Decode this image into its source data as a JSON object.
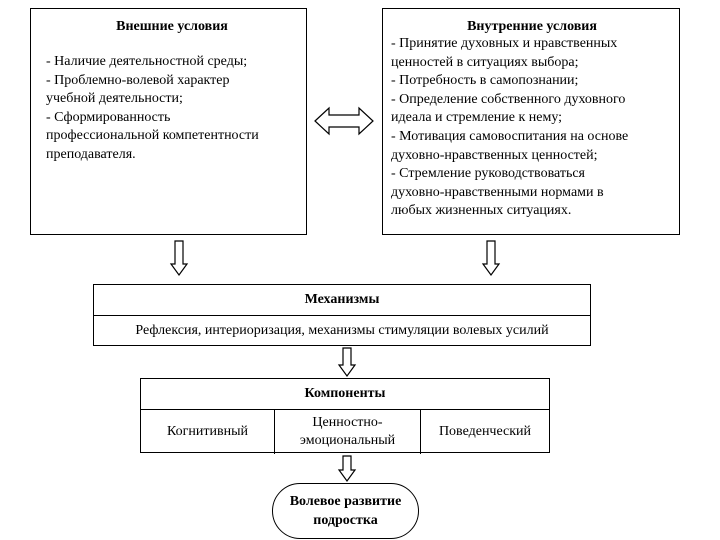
{
  "external": {
    "title": "Внешние условия",
    "lines": [
      "- Наличие деятельностной среды;",
      "- Проблемно-волевой характер",
      "учебной деятельности;",
      "- Сформированность",
      "профессиональной компетентности",
      "преподавателя."
    ]
  },
  "internal": {
    "title": "Внутренние условия",
    "lines": [
      "- Принятие духовных и нравственных",
      "ценностей в ситуациях выбора;",
      "- Потребность в самопознании;",
      "- Определение собственного духовного",
      "идеала и стремление к нему;",
      "- Мотивация самовоспитания на основе",
      "духовно-нравственных ценностей;",
      "- Стремление руководствоваться",
      "духовно-нравственными нормами в",
      "любых жизненных ситуациях."
    ]
  },
  "mechanisms": {
    "title": "Механизмы",
    "body": "Рефлексия, интериоризация, механизмы стимуляции волевых усилий"
  },
  "components": {
    "title": "Компоненты",
    "items": [
      {
        "lines": [
          "Когнитивный"
        ]
      },
      {
        "lines": [
          "Ценностно-",
          "эмоциональный"
        ]
      },
      {
        "lines": [
          "Поведенческий"
        ]
      }
    ]
  },
  "result": {
    "lines": [
      "Волевое развитие",
      "подростка"
    ]
  }
}
